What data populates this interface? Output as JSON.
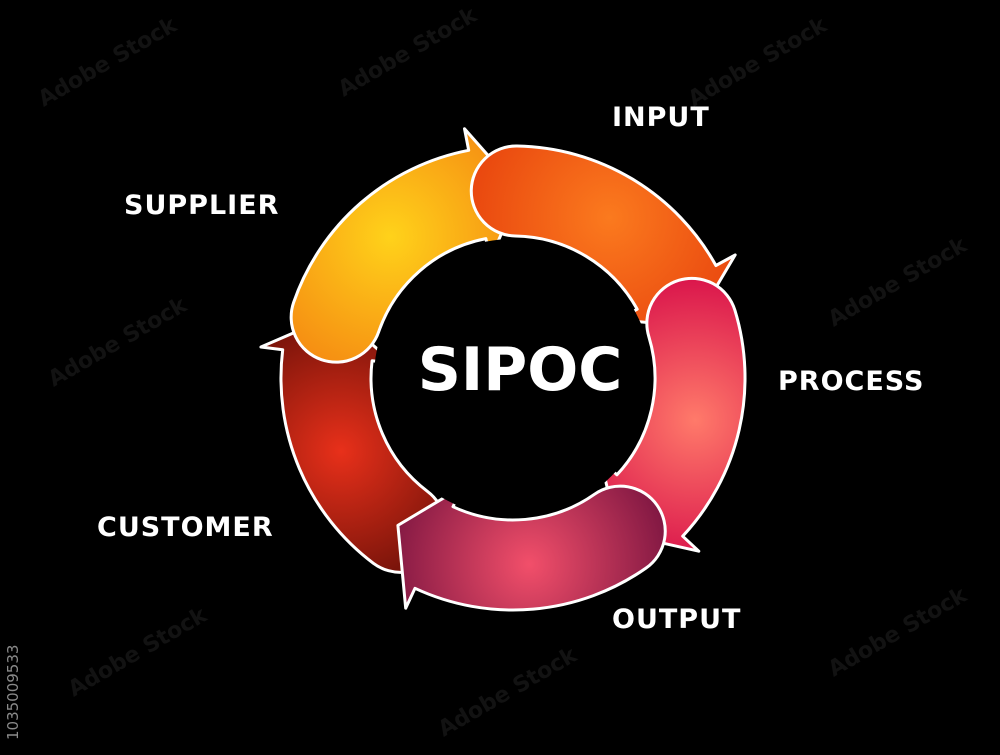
{
  "title": "SIPOC",
  "steps": [
    {
      "label": "SUPPLIER",
      "color_outer": "#ffd21a",
      "color_inner": "#f58a12"
    },
    {
      "label": "INPUT",
      "color_outer": "#fb7a1e",
      "color_inner": "#e8440e"
    },
    {
      "label": "PROCESS",
      "color_outer": "#ff7a6a",
      "color_inner": "#d8104a"
    },
    {
      "label": "OUTPUT",
      "color_outer": "#f24f6a",
      "color_inner": "#7a1440"
    },
    {
      "label": "CUSTOMER",
      "color_outer": "#e8301a",
      "color_inner": "#6a1008"
    }
  ],
  "stock_id": "1035009533",
  "watermark": "Adobe Stock",
  "background_color": "#000000",
  "outline_color": "#ffffff"
}
